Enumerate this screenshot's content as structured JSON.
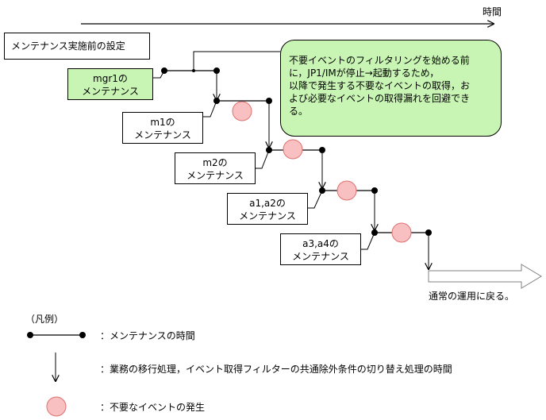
{
  "time_label": "時間",
  "pre_setting_box": "メンテナンス実施前の設定",
  "note": {
    "lines": [
      "不要イベントのフィルタリングを始める前",
      "に，JP1/IMが停止→起動するため，",
      "以降で発生する不要なイベントの取得，お",
      "よび必要なイベントの取得漏れを回避でき",
      "る。"
    ]
  },
  "steps": [
    {
      "line1": "mgr1の",
      "line2": "メンテナンス"
    },
    {
      "line1": "m1の",
      "line2": "メンテナンス"
    },
    {
      "line1": "m2の",
      "line2": "メンテナンス"
    },
    {
      "line1": "a1,a2の",
      "line2": "メンテナンス"
    },
    {
      "line1": "a3,a4の",
      "line2": "メンテナンス"
    }
  ],
  "return_label": "通常の運用に戻る。",
  "legend": {
    "title": "（凡例）",
    "maintenance_time": "：メンテナンスの時間",
    "migration_time": "：業務の移行処理，イベント取得フィルターの共通除外条件の切り替え処理の時間",
    "unneeded_event": "：不要なイベントの発生"
  },
  "colors": {
    "green_fill": "#c8f5b4",
    "event_circle_fill": "#f8c0c0",
    "event_circle_stroke": "#e07070",
    "line": "#000000",
    "block_arrow_stroke": "#808080"
  }
}
